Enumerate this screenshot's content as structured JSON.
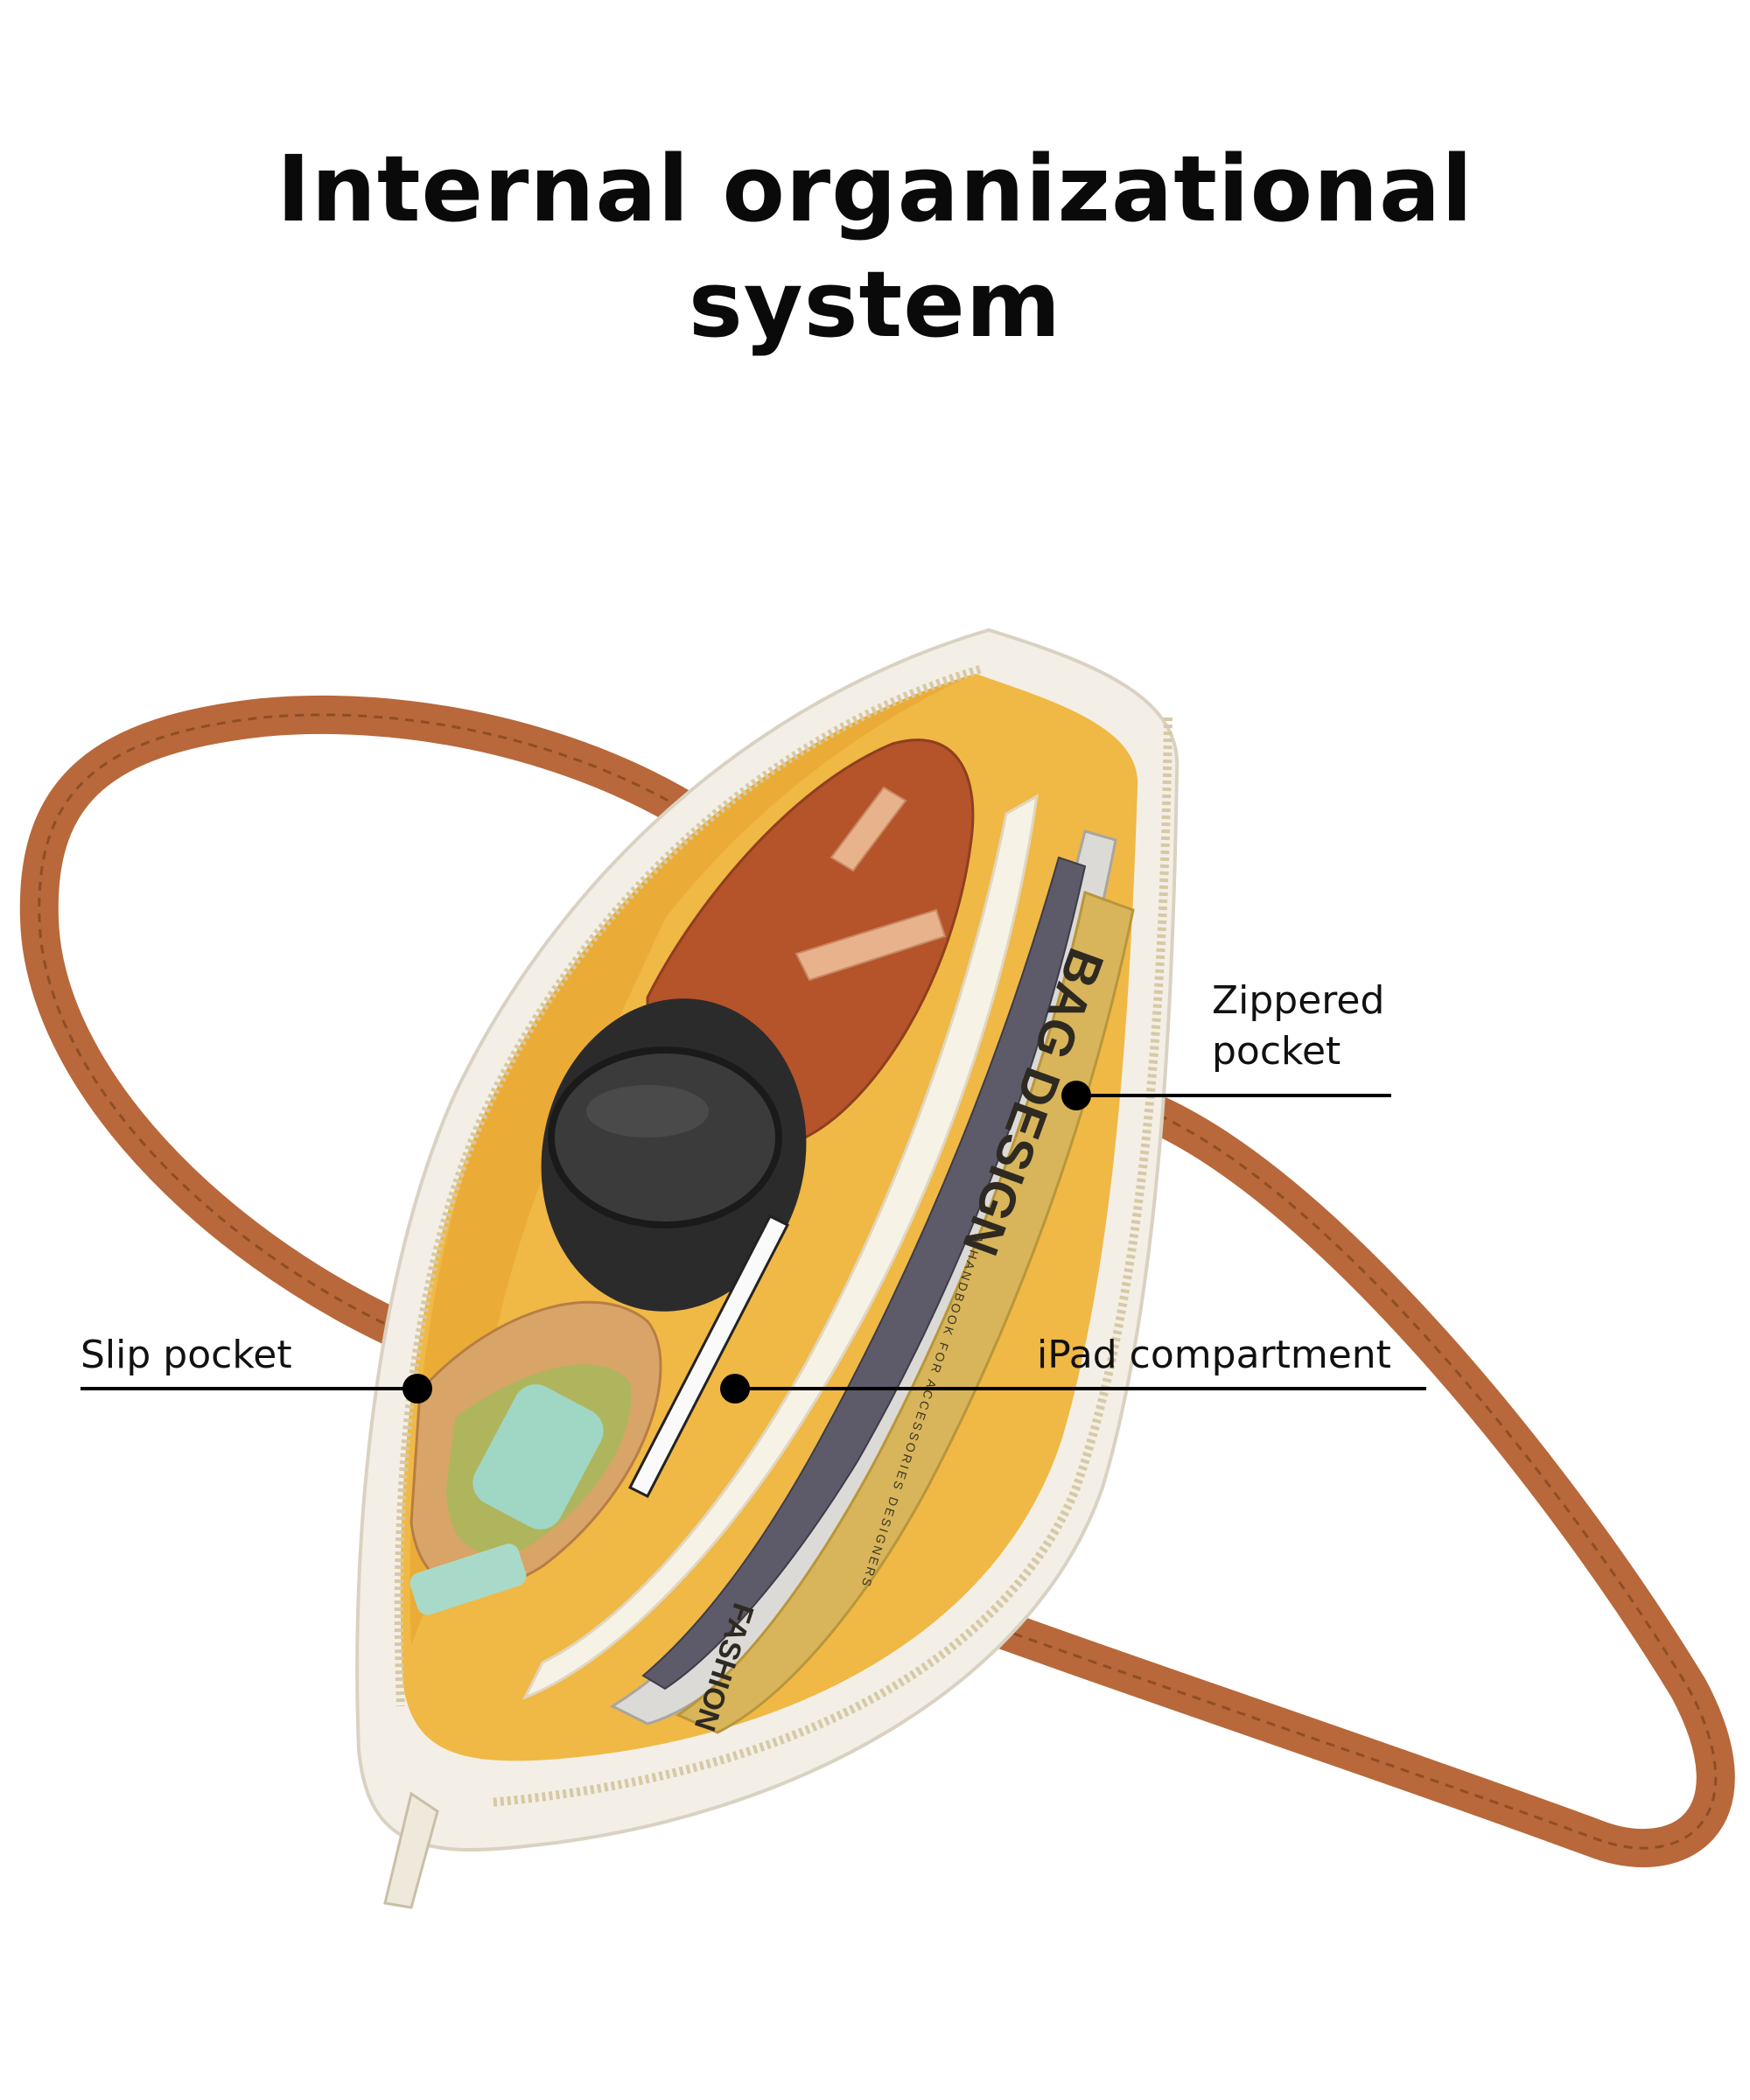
{
  "headline": {
    "line1": "Internal organizational",
    "line2": "system"
  },
  "callouts": {
    "zippered_pocket": {
      "line1": "Zippered",
      "line2": "pocket"
    },
    "slip_pocket": {
      "label": "Slip pocket"
    },
    "ipad_compartment": {
      "label": "iPad compartment"
    }
  },
  "product_photo": {
    "book_spine_title": "BAG DESIGN",
    "book_spine_subtitle": "A HANDBOOK FOR ACCESSORIES DESIGNERS",
    "book_bottom_title": "FASHION",
    "colors": {
      "strap": "#b8683a",
      "bag_body": "#f3efe6",
      "lining": "#f0b845",
      "pouch": "#b5532a",
      "book": "#d8b55a"
    }
  }
}
